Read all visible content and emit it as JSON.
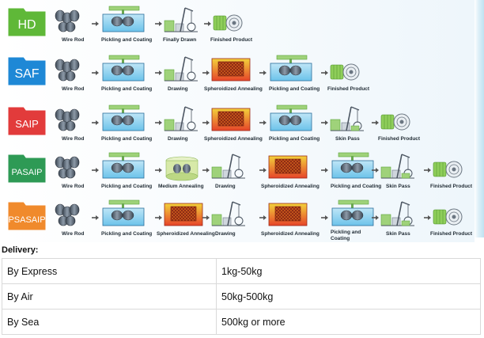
{
  "processes": [
    {
      "badge": "HD",
      "badge_color": "#5fb838",
      "stages": [
        "Wire Rod",
        "Pickling and Coating",
        "Finally Drawn",
        "Finished Product"
      ]
    },
    {
      "badge": "SAF",
      "badge_color": "#1e88d6",
      "stages": [
        "Wire Rod",
        "Pickling and Coating",
        "Drawing",
        "Spheroidized Annealing",
        "Pickling and Coating",
        "Finished Product"
      ]
    },
    {
      "badge": "SAIP",
      "badge_color": "#e23b3b",
      "stages": [
        "Wire Rod",
        "Pickling and Coating",
        "Drawing",
        "Spheroidized Annealing",
        "Pickling and Coating",
        "Skin Pass",
        "Finished Product"
      ]
    },
    {
      "badge": "PASAIP",
      "badge_color": "#2e9a55",
      "stages": [
        "Wire Rod",
        "Pickling and Coating",
        "Medium Annealing",
        "Drawing",
        "Spheroidized Annealing",
        "Pickling and Coating",
        "Skin Pass",
        "Finished Product"
      ]
    },
    {
      "badge": "PSASAIP",
      "badge_color": "#f08a2c",
      "stages": [
        "Wire Rod",
        "Pickling and Coating",
        "Spheroidized Annealing",
        "Drawing",
        "Spheroidized Annealing",
        "Pickling and Coating",
        "Skin Pass",
        "Finished Product"
      ]
    }
  ],
  "delivery": {
    "title": "Delivery:",
    "rows": [
      {
        "method": "By Express",
        "weight": "1kg-50kg"
      },
      {
        "method": "By Air",
        "weight": "50kg-500kg"
      },
      {
        "method": "By Sea",
        "weight": "500kg or more"
      }
    ]
  }
}
